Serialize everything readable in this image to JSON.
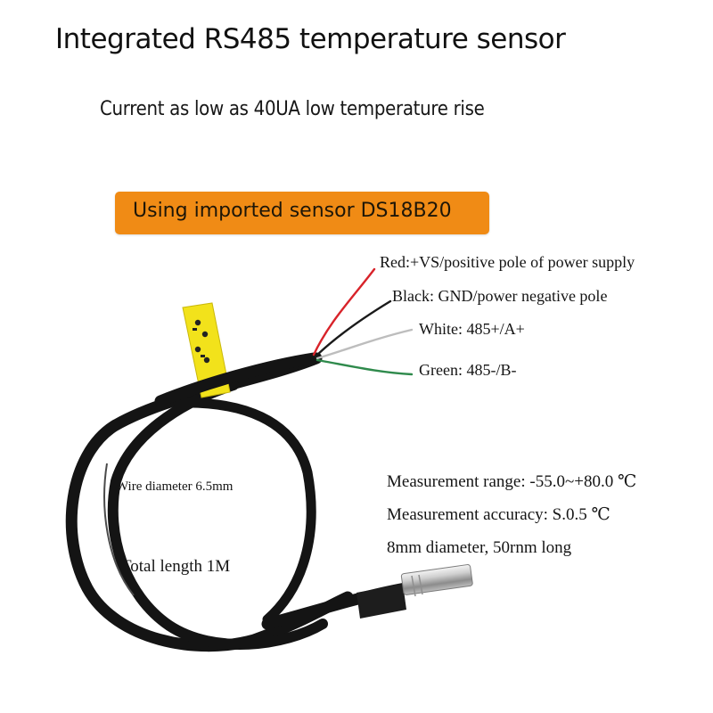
{
  "header": {
    "title": "Integrated RS485 temperature sensor",
    "subtitle": "Current as low as 40UA low temperature rise"
  },
  "banner": {
    "text": "Using imported sensor DS18B20",
    "color": "#f08b15"
  },
  "wires": [
    {
      "label": "Red:+VS/positive pole of power supply",
      "color": "#d8232a"
    },
    {
      "label": "Black: GND/power negative pole",
      "color": "#1a1a1a"
    },
    {
      "label": "White: 485+/A+",
      "color": "#bdbdbd"
    },
    {
      "label": "Green: 485-/B-",
      "color": "#2f8a4c"
    }
  ],
  "cable": {
    "diameter_label": "Wire diameter 6.5mm",
    "length_label": "Total length 1M"
  },
  "specs": [
    "Measurement range: -55.0~+80.0 ℃",
    "Measurement accuracy: S.0.5 ℃",
    "8mm diameter, 50rnm long"
  ],
  "tag": {
    "color": "#f2e21b"
  }
}
